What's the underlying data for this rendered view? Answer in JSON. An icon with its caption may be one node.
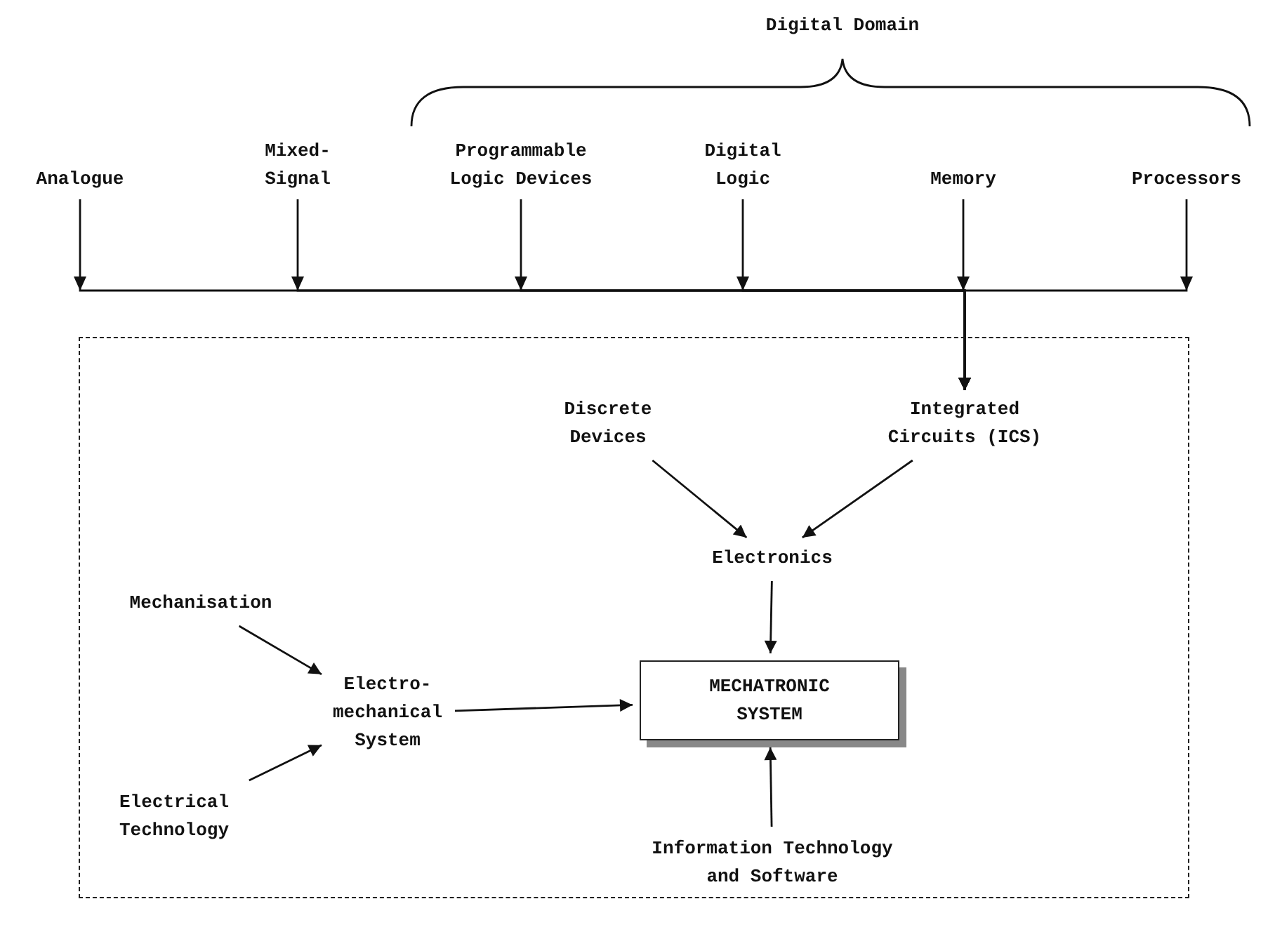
{
  "diagram": {
    "nodes": [
      {
        "text": [
          "Analogue"
        ]
      },
      {
        "text": [
          "Mixed- Signal"
        ]
      },
      {
        "text": [
          "Programmable Logic Devices"
        ]
      },
      {
        "text": [
          "Digital Logic"
        ]
      },
      {
        "text": [
          "Memory"
        ]
      },
      {
        "text": [
          "Processors"
        ]
      },
      {
        "text": [],
        "shape": "box"
      },
      {
        "text": [
          "Discrete Devices"
        ],
        "in": 6
      },
      {
        "text": [
          "Integrated Circuits (ICS)"
        ],
        "in": 6
      },
      {
        "text": [
          "Electronics"
        ],
        "in": 6
      },
      {
        "text": [
          "Mechanisation"
        ],
        "in": 6
      },
      {
        "text": [
          "Electro- mechanical System"
        ],
        "in": 6
      },
      {
        "text": [
          "MECHATRONIC SYSTEM"
        ],
        "in": 6
      },
      {
        "text": [
          "Electrical Technology"
        ],
        "in": 6
      },
      {
        "text": [
          "Information Technology and Software"
        ],
        "in": 6
      }
    ],
    "edges": [
      {
        "from": 0,
        "to": 8,
        "arrow": "to"
      },
      {
        "from": 1,
        "to": 8,
        "arrow": "to"
      },
      {
        "from": 2,
        "to": 8,
        "arrow": "to"
      },
      {
        "from": 3,
        "to": 8,
        "arrow": "to"
      },
      {
        "from": 4,
        "to": 8,
        "arrow": "to"
      },
      {
        "from": 5,
        "to": 8,
        "arrow": "to"
      },
      {
        "from": 7,
        "to": 9,
        "arrow": "to"
      },
      {
        "from": 8,
        "to": 9,
        "arrow": "to"
      },
      {
        "from": 9,
        "to": 12,
        "arrow": "to"
      },
      {
        "from": 10,
        "to": 11,
        "arrow": "to"
      },
      {
        "from": 13,
        "to": 11,
        "arrow": "to"
      },
      {
        "from": 11,
        "to": 12,
        "arrow": "to"
      },
      {
        "from": 14,
        "to": 12,
        "arrow": "to"
      }
    ],
    "labels": [
      "Digital Domain"
    ]
  }
}
